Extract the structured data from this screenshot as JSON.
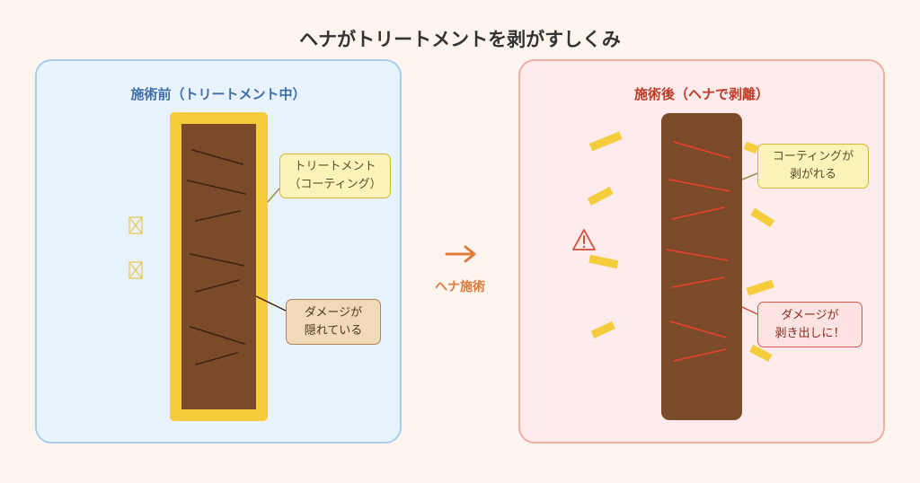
{
  "title": "ヘナがトリートメントを剥がすしくみ",
  "left_panel": {
    "title": "施術前（トリートメント中）",
    "coating_callout": [
      "トリートメント",
      "（コーティング）"
    ],
    "damage_callout": [
      "ダメージが",
      "隠れている"
    ]
  },
  "center": {
    "arrow_glyph": "→",
    "label": "ヘナ施術"
  },
  "right_panel": {
    "title": "施術後（ヘナで剥離）",
    "coating_callout": [
      "コーティングが",
      "剥がれる"
    ],
    "damage_callout": [
      "ダメージが",
      "剥き出しに！"
    ]
  },
  "colors": {
    "hair": "#7b4a2a",
    "coating": "#f5cd3c",
    "hidden_damage": "#3a2414",
    "exposed_damage": "#e8432a",
    "warning": "#d64a3a",
    "arrow": "#e07a3a"
  },
  "icons": {
    "hidden_markers": "crossed-box-icon",
    "warning": "warning-triangle-icon"
  }
}
